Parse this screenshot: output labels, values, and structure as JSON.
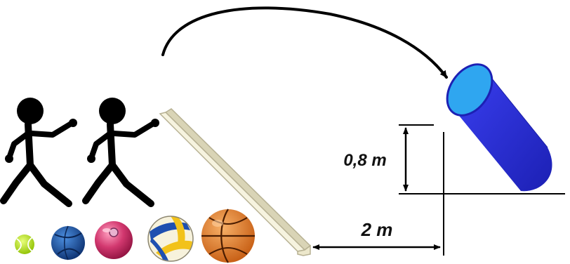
{
  "labels": {
    "height": "0,8 m",
    "distance": "2 m"
  },
  "figures": [
    "stick-figure-thrower",
    "stick-figure-thrower"
  ],
  "balls": [
    {
      "name": "tennis-ball-icon",
      "color": "#b6e12a"
    },
    {
      "name": "handball-icon",
      "color": "#1f5fae"
    },
    {
      "name": "rhythmic-gymnastics-ball-icon",
      "color": "#c2185b"
    },
    {
      "name": "volleyball-icon",
      "color": "#f2c21a"
    },
    {
      "name": "basketball-icon",
      "color": "#e27b20"
    }
  ],
  "colors": {
    "target_body": "#2b2fd6",
    "target_opening": "#2fa6f0",
    "board": "#f6f3df",
    "board_edge": "#b7b193",
    "line": "#000000"
  }
}
